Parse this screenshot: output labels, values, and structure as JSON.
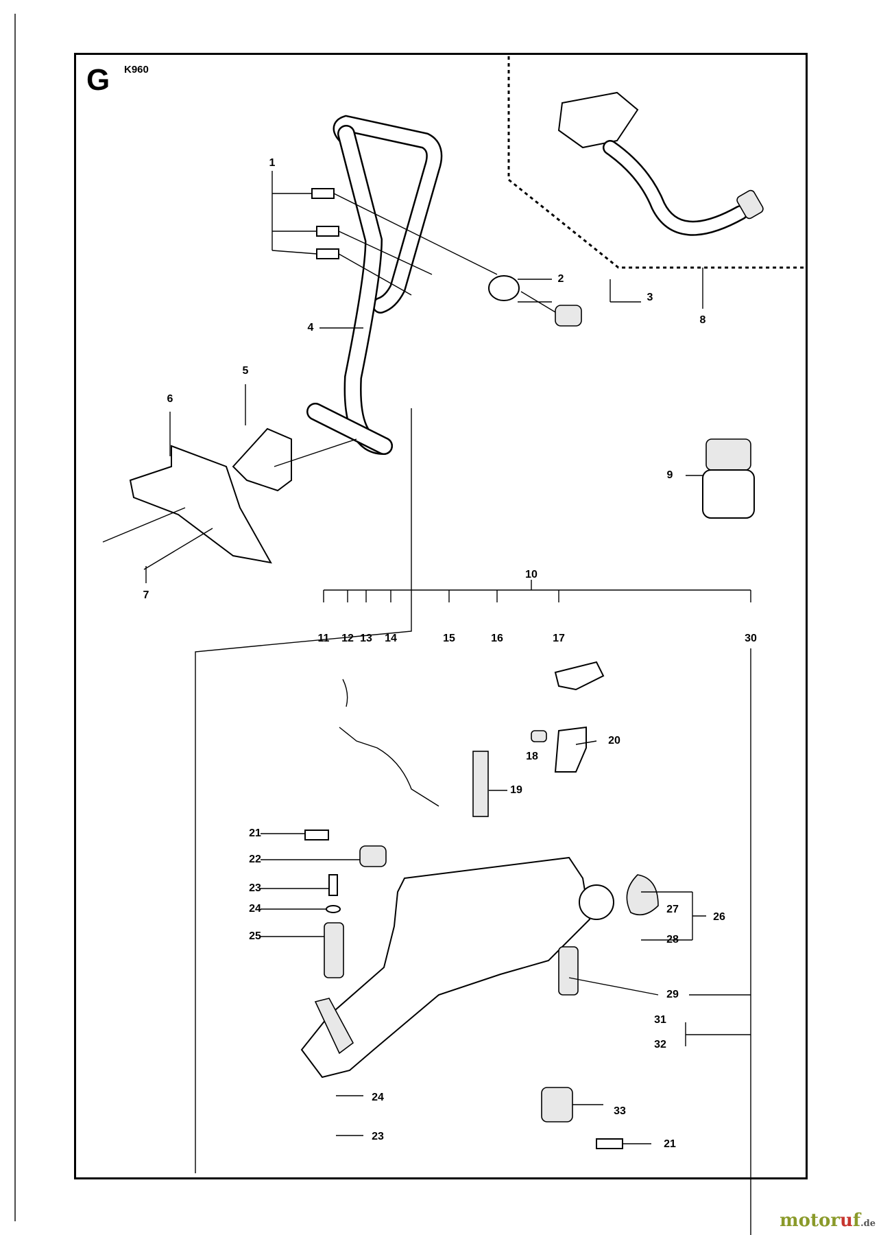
{
  "section_letter": "G",
  "model": "K960",
  "callouts": [
    "1",
    "2",
    "3",
    "4",
    "5",
    "6",
    "7",
    "8",
    "9",
    "10",
    "11",
    "12",
    "13",
    "14",
    "15",
    "16",
    "17",
    "18",
    "19",
    "20",
    "21",
    "22",
    "23",
    "24",
    "25",
    "21",
    "24",
    "23",
    "27",
    "26",
    "28",
    "29",
    "31",
    "32",
    "33",
    "30"
  ],
  "watermark": {
    "brand_a": "motor",
    "brand_b": "u",
    "brand_c": "f",
    "tld": ".de"
  }
}
